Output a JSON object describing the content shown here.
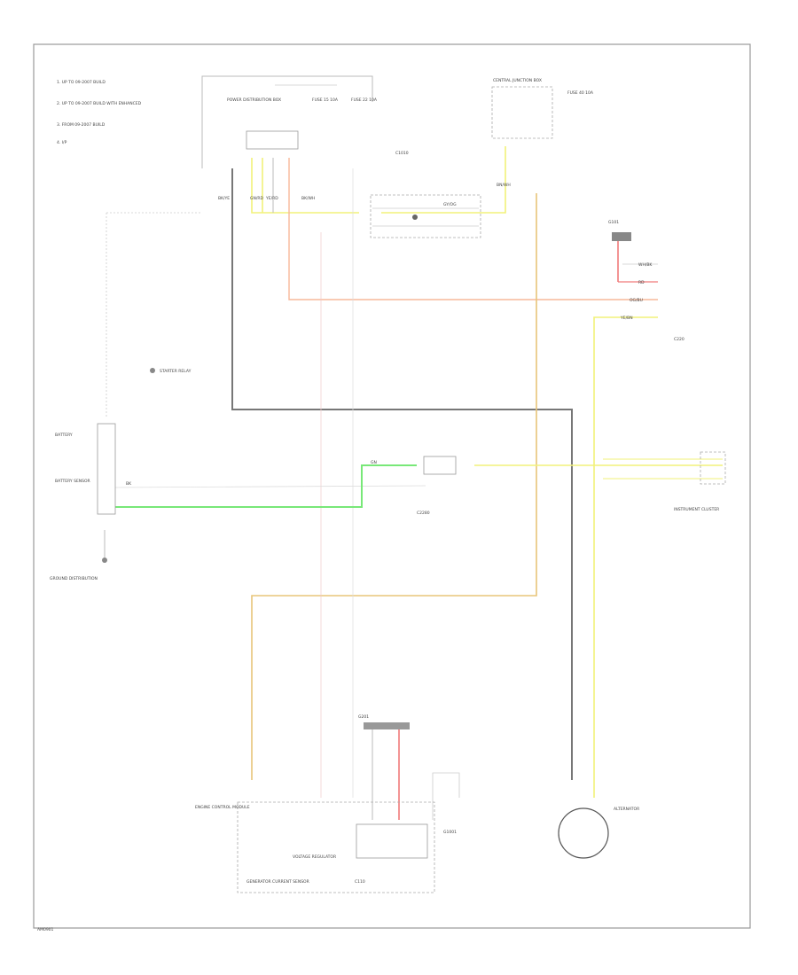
{
  "notes": [
    "1. UP TO 09-2007 BUILD",
    "2. UP TO 09-2007 BUILD WITH ENHANCED",
    "3. FROM 09-2007 BUILD",
    "4. I/P"
  ],
  "components": {
    "power_distribution": "POWER DISTRIBUTION BOX",
    "fuse_1": "FUSE 15 10A",
    "fuse_2": "FUSE 22 10A",
    "fuse_3": "FUSE 40 10A",
    "junction_box": "CENTRAL JUNCTION BOX",
    "battery": "BATTERY",
    "battery_sensor": "BATTERY SENSOR",
    "ground_distribution": "GROUND DISTRIBUTION",
    "instrument_cluster": "INSTRUMENT CLUSTER",
    "pcm": "ENGINE CONTROL MODULE",
    "alternator": "ALTERNATOR",
    "generator_sensor": "GENERATOR CURRENT SENSOR",
    "regulator": "VOLTAGE REGULATOR",
    "starter_relay": "STARTER RELAY",
    "connector_top": "C1010",
    "connector_mid": "C2280",
    "connector_cluster": "C220",
    "connector_bottom": "C110",
    "ground_point": "G101",
    "ground_point_2": "G201",
    "ground_point_3": "G1001"
  },
  "wires": {
    "w1": "BK/YE",
    "w2": "GN/RD",
    "w3": "YE/RD",
    "w4": "BK/WH",
    "w5": "GY/OG",
    "w6": "BN/WH",
    "w7": "WH/BK",
    "w8": "RD",
    "w9": "OG/BU",
    "w10": "YE/BN",
    "w11": "GN",
    "w12": "BK"
  },
  "footer": "AM0901"
}
